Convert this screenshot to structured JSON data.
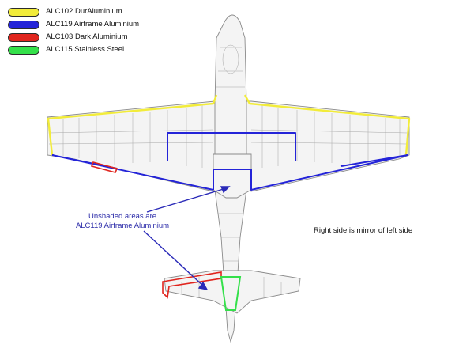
{
  "legend": {
    "items": [
      {
        "label": "ALC102 DurAluminium",
        "color": "#f2ec3a"
      },
      {
        "label": "ALC119 Airframe Aluminium",
        "color": "#2424d8"
      },
      {
        "label": "ALC103 Dark Aluminium",
        "color": "#e0251e"
      },
      {
        "label": "ALC115 Stainless Steel",
        "color": "#34e04a"
      }
    ]
  },
  "callout": {
    "line1": "Unshaded areas are",
    "line2": "ALC119 Airframe Aluminium"
  },
  "note": "Right side is mirror of left side",
  "colors": {
    "drawing_line": "#8a8a8a",
    "drawing_fill": "#f4f4f4",
    "callout_text": "#2a2aa8",
    "arrow": "#2a2ab8"
  }
}
